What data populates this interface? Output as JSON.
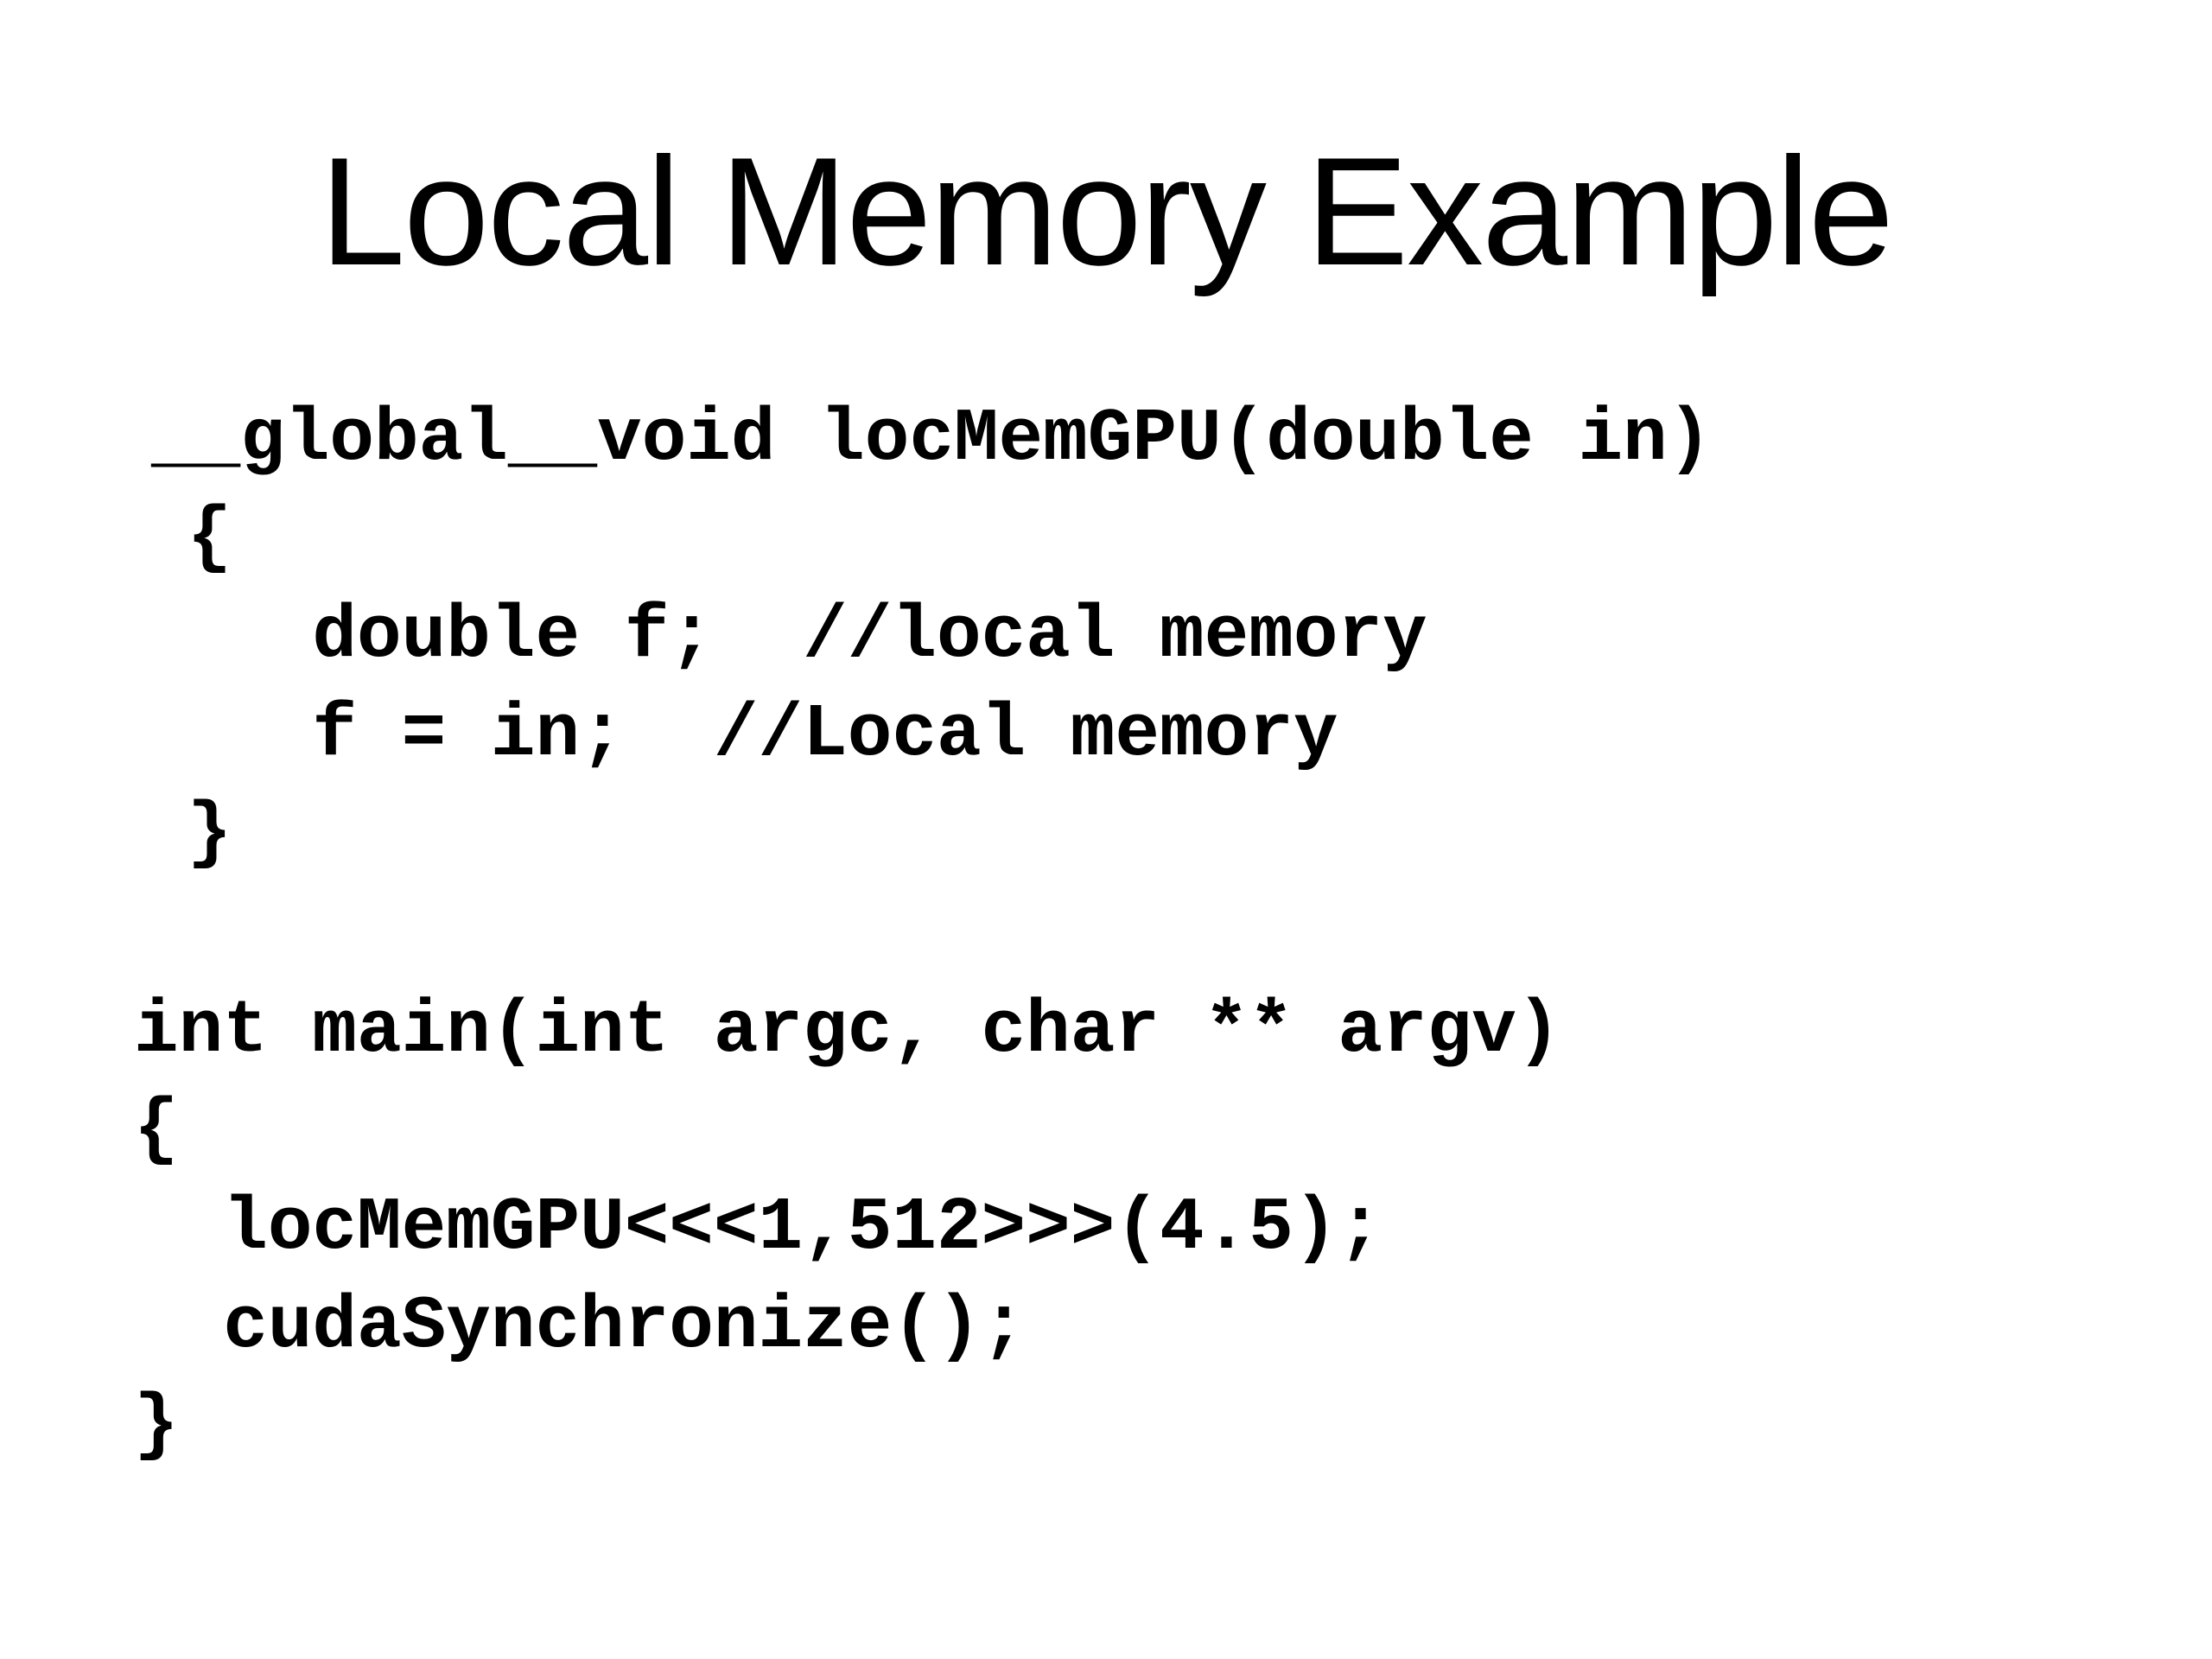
{
  "slide": {
    "title": "Local Memory Example",
    "code_lines": [
      "__global__void locMemGPU(double in)",
      " {",
      "    double f;  //local memory",
      "    f = in;  //Local memory",
      " }",
      "int main(int argc, char ** argv)",
      "{",
      "  locMemGPU<<<1,512>>>(4.5);",
      "  cudaSynchronize();",
      "}"
    ]
  }
}
